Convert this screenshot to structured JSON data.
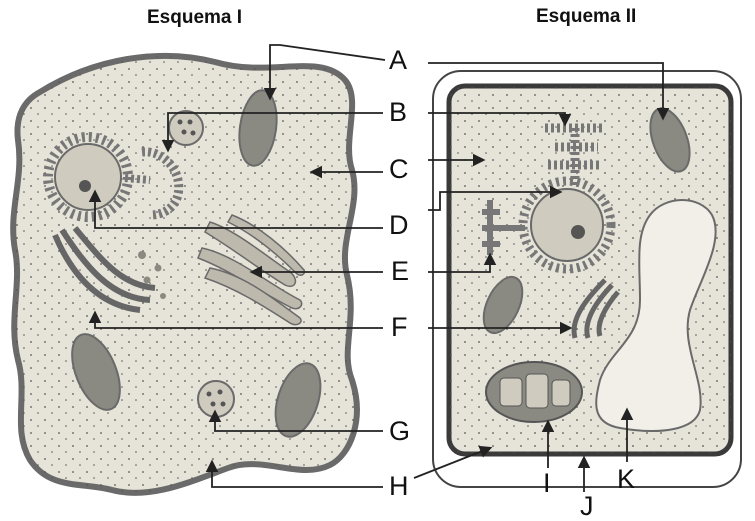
{
  "titles": {
    "scheme1": "Esquema I",
    "scheme2": "Esquema II"
  },
  "labels": {
    "A": "A",
    "B": "B",
    "C": "C",
    "D": "D",
    "E": "E",
    "F": "F",
    "G": "G",
    "H": "H",
    "I": "I",
    "J": "J",
    "K": "K"
  },
  "colors": {
    "cytoplasm": "#e6e3d8",
    "membrane": "#6a6a6a",
    "plant_wall_dark": "#3a3a3a",
    "organelle_dark": "#8a8a82",
    "organelle_light": "#cfcbbf",
    "vacuole": "#f1efe8",
    "line": "#222222"
  }
}
